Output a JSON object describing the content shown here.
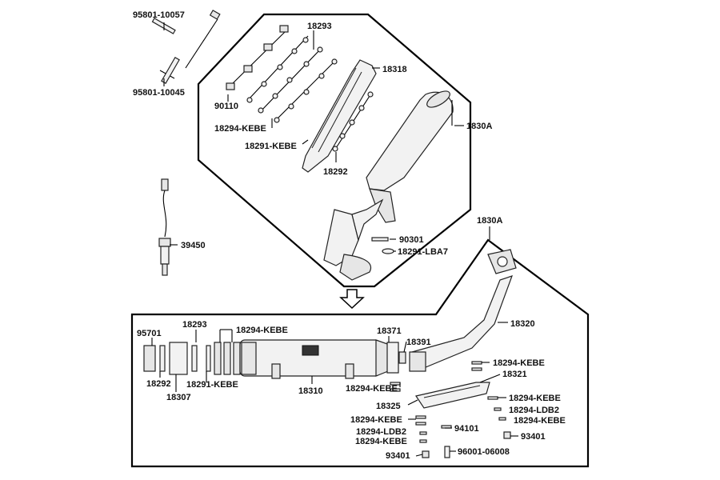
{
  "callouts": {
    "p95801_10057": "95801-10057",
    "p95801_10045": "95801-10045",
    "p18293_top": "18293",
    "p18318": "18318",
    "p90110": "90110",
    "p18294_kebe_top": "18294-KEBE",
    "p18291_kebe_top": "18291-KEBE",
    "p1830A_top": "1830A",
    "p18292_top": "18292",
    "p39450": "39450",
    "p90301": "90301",
    "p18291_lba7": "18291-LBA7",
    "p1830A_bottom": "1830A",
    "p95701": "95701",
    "p18293_bottom": "18293",
    "p18294_kebe_muff": "18294-KEBE",
    "p18371": "18371",
    "p18391": "18391",
    "p18320": "18320",
    "p18294_kebe_r1": "18294-KEBE",
    "p18321": "18321",
    "p18292_bottom": "18292",
    "p18307": "18307",
    "p18291_kebe_bottom": "18291-KEBE",
    "p18310": "18310",
    "p18294_kebe_mid": "18294-KEBE",
    "p18325": "18325",
    "p18294_kebe_r2": "18294-KEBE",
    "p18294_ldb2_r": "18294-LDB2",
    "p18294_kebe_r3": "18294-KEBE",
    "p18294_kebe_l1": "18294-KEBE",
    "p18294_ldb2_l": "18294-LDB2",
    "p18294_kebe_l2": "18294-KEBE",
    "p94101": "94101",
    "p93401_r": "93401",
    "p93401_l": "93401",
    "p96001_06008": "96001-06008"
  }
}
